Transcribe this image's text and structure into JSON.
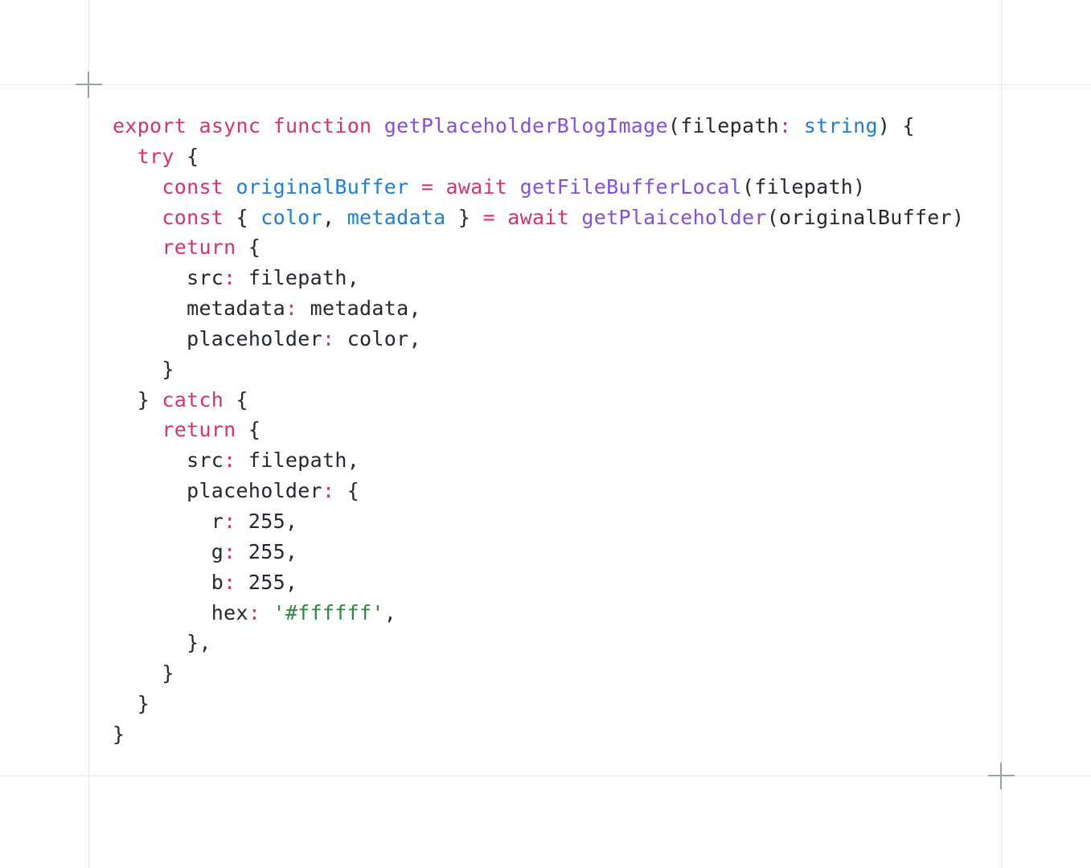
{
  "frame": {
    "line_color": "#e8e9eb",
    "marker_color": "#9aa1a9"
  },
  "code": {
    "language": "typescript",
    "token_colors": {
      "keyword": "#d6336c",
      "operator": "#d6336c",
      "function": "#8250df",
      "variable": "#1c7ed6",
      "type": "#1c7ed6",
      "string": "#2b8a3e",
      "plain": "#24292f"
    },
    "lines": [
      [
        [
          "keyword",
          "export"
        ],
        [
          "plain",
          " "
        ],
        [
          "keyword",
          "async"
        ],
        [
          "plain",
          " "
        ],
        [
          "keyword",
          "function"
        ],
        [
          "plain",
          " "
        ],
        [
          "function",
          "getPlaceholderBlogImage"
        ],
        [
          "plain",
          "(filepath"
        ],
        [
          "operator",
          ":"
        ],
        [
          "plain",
          " "
        ],
        [
          "type",
          "string"
        ],
        [
          "plain",
          ") {"
        ]
      ],
      [
        [
          "plain",
          "  "
        ],
        [
          "keyword",
          "try"
        ],
        [
          "plain",
          " {"
        ]
      ],
      [
        [
          "plain",
          "    "
        ],
        [
          "keyword",
          "const"
        ],
        [
          "plain",
          " "
        ],
        [
          "variable",
          "originalBuffer"
        ],
        [
          "plain",
          " "
        ],
        [
          "operator",
          "="
        ],
        [
          "plain",
          " "
        ],
        [
          "keyword",
          "await"
        ],
        [
          "plain",
          " "
        ],
        [
          "function",
          "getFileBufferLocal"
        ],
        [
          "plain",
          "(filepath)"
        ]
      ],
      [
        [
          "plain",
          "    "
        ],
        [
          "keyword",
          "const"
        ],
        [
          "plain",
          " { "
        ],
        [
          "variable",
          "color"
        ],
        [
          "plain",
          ", "
        ],
        [
          "variable",
          "metadata"
        ],
        [
          "plain",
          " } "
        ],
        [
          "operator",
          "="
        ],
        [
          "plain",
          " "
        ],
        [
          "keyword",
          "await"
        ],
        [
          "plain",
          " "
        ],
        [
          "function",
          "getPlaiceholder"
        ],
        [
          "plain",
          "(originalBuffer)"
        ]
      ],
      [
        [
          "plain",
          "    "
        ],
        [
          "keyword",
          "return"
        ],
        [
          "plain",
          " {"
        ]
      ],
      [
        [
          "plain",
          "      src"
        ],
        [
          "operator",
          ":"
        ],
        [
          "plain",
          " filepath,"
        ]
      ],
      [
        [
          "plain",
          "      metadata"
        ],
        [
          "operator",
          ":"
        ],
        [
          "plain",
          " metadata,"
        ]
      ],
      [
        [
          "plain",
          "      placeholder"
        ],
        [
          "operator",
          ":"
        ],
        [
          "plain",
          " color,"
        ]
      ],
      [
        [
          "plain",
          "    }"
        ]
      ],
      [
        [
          "plain",
          "  } "
        ],
        [
          "keyword",
          "catch"
        ],
        [
          "plain",
          " {"
        ]
      ],
      [
        [
          "plain",
          "    "
        ],
        [
          "keyword",
          "return"
        ],
        [
          "plain",
          " {"
        ]
      ],
      [
        [
          "plain",
          "      src"
        ],
        [
          "operator",
          ":"
        ],
        [
          "plain",
          " filepath,"
        ]
      ],
      [
        [
          "plain",
          "      placeholder"
        ],
        [
          "operator",
          ":"
        ],
        [
          "plain",
          " {"
        ]
      ],
      [
        [
          "plain",
          "        r"
        ],
        [
          "operator",
          ":"
        ],
        [
          "plain",
          " 255,"
        ]
      ],
      [
        [
          "plain",
          "        g"
        ],
        [
          "operator",
          ":"
        ],
        [
          "plain",
          " 255,"
        ]
      ],
      [
        [
          "plain",
          "        b"
        ],
        [
          "operator",
          ":"
        ],
        [
          "plain",
          " 255,"
        ]
      ],
      [
        [
          "plain",
          "        hex"
        ],
        [
          "operator",
          ":"
        ],
        [
          "plain",
          " "
        ],
        [
          "string",
          "'#ffffff'"
        ],
        [
          "plain",
          ","
        ]
      ],
      [
        [
          "plain",
          "      },"
        ]
      ],
      [
        [
          "plain",
          "    }"
        ]
      ],
      [
        [
          "plain",
          "  }"
        ]
      ],
      [
        [
          "plain",
          "}"
        ]
      ]
    ]
  }
}
